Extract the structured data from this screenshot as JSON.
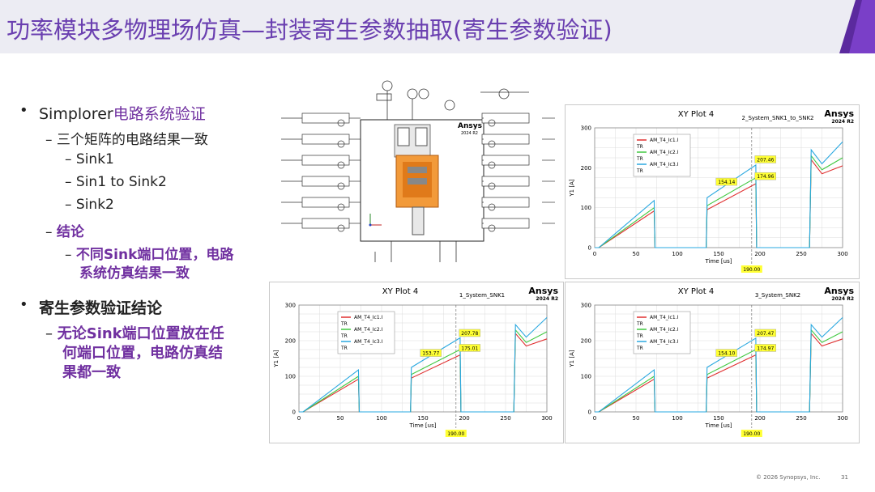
{
  "slide": {
    "title": "功率模块多物理场仿真—封装寄生参数抽取(寄生参数验证)",
    "footer_copyright": "© 2026 Synopsys, Inc.",
    "page_number": "31",
    "accent_color": "#6a3fb0"
  },
  "bullets": [
    {
      "level": 1,
      "text": "Simplorer电路系统验证",
      "parts": [
        "Simplorer",
        "电路系统验证"
      ]
    },
    {
      "level": 2,
      "text": "三个矩阵的电路结果一致"
    },
    {
      "level": 3,
      "text": "Sink1"
    },
    {
      "level": 3,
      "text": "Sin1 to Sink2"
    },
    {
      "level": 3,
      "text": "Sink2"
    },
    {
      "level": 2,
      "text": "结论"
    },
    {
      "level": 3,
      "lines": [
        "不同Sink端口位置，电路",
        "系统仿真结果一致"
      ]
    },
    {
      "level": 1,
      "text": "寄生参数验证结论"
    },
    {
      "level": 2,
      "lines": [
        "无论Sink端口位置放在任",
        "何端口位置，电路仿真结",
        "果都一致"
      ]
    }
  ],
  "circuit": {
    "brand": "Ansys",
    "version": "2024 R2"
  },
  "plots": [
    {
      "id": "plot-top-right",
      "plot_title": "XY Plot 4",
      "subtitle": "2_System_SNK1_to_SNK2",
      "brand": "Ansys",
      "version": "2024 R2",
      "legend": [
        {
          "name": "AM_T4_Ic1.I",
          "unit": "TR",
          "color": "#e03030"
        },
        {
          "name": "AM_T4_Ic2.I",
          "unit": "TR",
          "color": "#40c840"
        },
        {
          "name": "AM_T4_Ic3.I",
          "unit": "TR",
          "color": "#2aa8e0"
        }
      ],
      "markers": [
        "207.46",
        "174.96",
        "154.14"
      ],
      "cursor_label": "190.00",
      "chart_data": {
        "type": "line",
        "xlabel": "Time [us]",
        "ylabel": "Y1 [A]",
        "xlim": [
          0,
          300
        ],
        "ylim": [
          0,
          300
        ],
        "xticks": [
          "0",
          "50",
          "100",
          "150",
          "200",
          "250",
          "300"
        ],
        "yticks": [
          "0",
          "100",
          "200",
          "300"
        ],
        "cursor_x": 190,
        "series": [
          {
            "name": "AM_T4_Ic1.I",
            "color": "#e03030",
            "x": [
              0,
              5,
              72,
              73,
              135,
              136,
              195,
              196,
              260,
              262,
              275,
              300
            ],
            "y": [
              0,
              0,
              92,
              0,
              0,
              95,
              160,
              0,
              0,
              220,
              185,
              205
            ]
          },
          {
            "name": "AM_T4_Ic2.I",
            "color": "#40c840",
            "x": [
              0,
              5,
              72,
              73,
              135,
              136,
              195,
              196,
              260,
              262,
              275,
              300
            ],
            "y": [
              0,
              0,
              100,
              0,
              0,
              105,
              175,
              0,
              0,
              230,
              195,
              225
            ]
          },
          {
            "name": "AM_T4_Ic3.I",
            "color": "#2aa8e0",
            "x": [
              0,
              5,
              72,
              73,
              135,
              136,
              195,
              196,
              260,
              262,
              275,
              300
            ],
            "y": [
              0,
              0,
              118,
              0,
              0,
              125,
              207,
              0,
              0,
              245,
              210,
              265
            ]
          }
        ]
      }
    },
    {
      "id": "plot-bottom-left",
      "plot_title": "XY Plot 4",
      "subtitle": "1_System_SNK1",
      "brand": "Ansys",
      "version": "2024 R2",
      "legend": [
        {
          "name": "AM_T4_Ic1.I",
          "unit": "TR",
          "color": "#e03030"
        },
        {
          "name": "AM_T4_Ic2.I",
          "unit": "TR",
          "color": "#40c840"
        },
        {
          "name": "AM_T4_Ic3.I",
          "unit": "TR",
          "color": "#2aa8e0"
        }
      ],
      "markers": [
        "207.78",
        "175.01",
        "153.77"
      ],
      "cursor_label": "190.00",
      "chart_data": {
        "type": "line",
        "xlabel": "Time [us]",
        "ylabel": "Y1 [A]",
        "xlim": [
          0,
          300
        ],
        "ylim": [
          0,
          300
        ],
        "xticks": [
          "0",
          "50",
          "100",
          "150",
          "200",
          "250",
          "300"
        ],
        "yticks": [
          "0",
          "100",
          "200",
          "300"
        ],
        "cursor_x": 190,
        "series": [
          {
            "name": "AM_T4_Ic1.I",
            "color": "#e03030",
            "x": [
              0,
              5,
              72,
              73,
              135,
              136,
              195,
              196,
              260,
              262,
              275,
              300
            ],
            "y": [
              0,
              0,
              92,
              0,
              0,
              95,
              160,
              0,
              0,
              220,
              185,
              205
            ]
          },
          {
            "name": "AM_T4_Ic2.I",
            "color": "#40c840",
            "x": [
              0,
              5,
              72,
              73,
              135,
              136,
              195,
              196,
              260,
              262,
              275,
              300
            ],
            "y": [
              0,
              0,
              100,
              0,
              0,
              105,
              175,
              0,
              0,
              230,
              195,
              225
            ]
          },
          {
            "name": "AM_T4_Ic3.I",
            "color": "#2aa8e0",
            "x": [
              0,
              5,
              72,
              73,
              135,
              136,
              195,
              196,
              260,
              262,
              275,
              300
            ],
            "y": [
              0,
              0,
              118,
              0,
              0,
              125,
              208,
              0,
              0,
              245,
              210,
              265
            ]
          }
        ]
      }
    },
    {
      "id": "plot-bottom-right",
      "plot_title": "XY Plot 4",
      "subtitle": "3_System_SNK2",
      "brand": "Ansys",
      "version": "2024 R2",
      "legend": [
        {
          "name": "AM_T4_Ic1.I",
          "unit": "TR",
          "color": "#e03030"
        },
        {
          "name": "AM_T4_Ic2.I",
          "unit": "TR",
          "color": "#40c840"
        },
        {
          "name": "AM_T4_Ic3.I",
          "unit": "TR",
          "color": "#2aa8e0"
        }
      ],
      "markers": [
        "207.47",
        "174.97",
        "154.10"
      ],
      "cursor_label": "190.00",
      "chart_data": {
        "type": "line",
        "xlabel": "Time [us]",
        "ylabel": "Y1 [A]",
        "xlim": [
          0,
          300
        ],
        "ylim": [
          0,
          300
        ],
        "xticks": [
          "0",
          "50",
          "100",
          "150",
          "200",
          "250",
          "300"
        ],
        "yticks": [
          "0",
          "100",
          "200",
          "300"
        ],
        "cursor_x": 190,
        "series": [
          {
            "name": "AM_T4_Ic1.I",
            "color": "#e03030",
            "x": [
              0,
              5,
              72,
              73,
              135,
              136,
              195,
              196,
              260,
              262,
              275,
              300
            ],
            "y": [
              0,
              0,
              92,
              0,
              0,
              95,
              160,
              0,
              0,
              220,
              185,
              205
            ]
          },
          {
            "name": "AM_T4_Ic2.I",
            "color": "#40c840",
            "x": [
              0,
              5,
              72,
              73,
              135,
              136,
              195,
              196,
              260,
              262,
              275,
              300
            ],
            "y": [
              0,
              0,
              100,
              0,
              0,
              105,
              175,
              0,
              0,
              230,
              195,
              225
            ]
          },
          {
            "name": "AM_T4_Ic3.I",
            "color": "#2aa8e0",
            "x": [
              0,
              5,
              72,
              73,
              135,
              136,
              195,
              196,
              260,
              262,
              275,
              300
            ],
            "y": [
              0,
              0,
              118,
              0,
              0,
              125,
              207,
              0,
              0,
              245,
              210,
              265
            ]
          }
        ]
      }
    }
  ]
}
